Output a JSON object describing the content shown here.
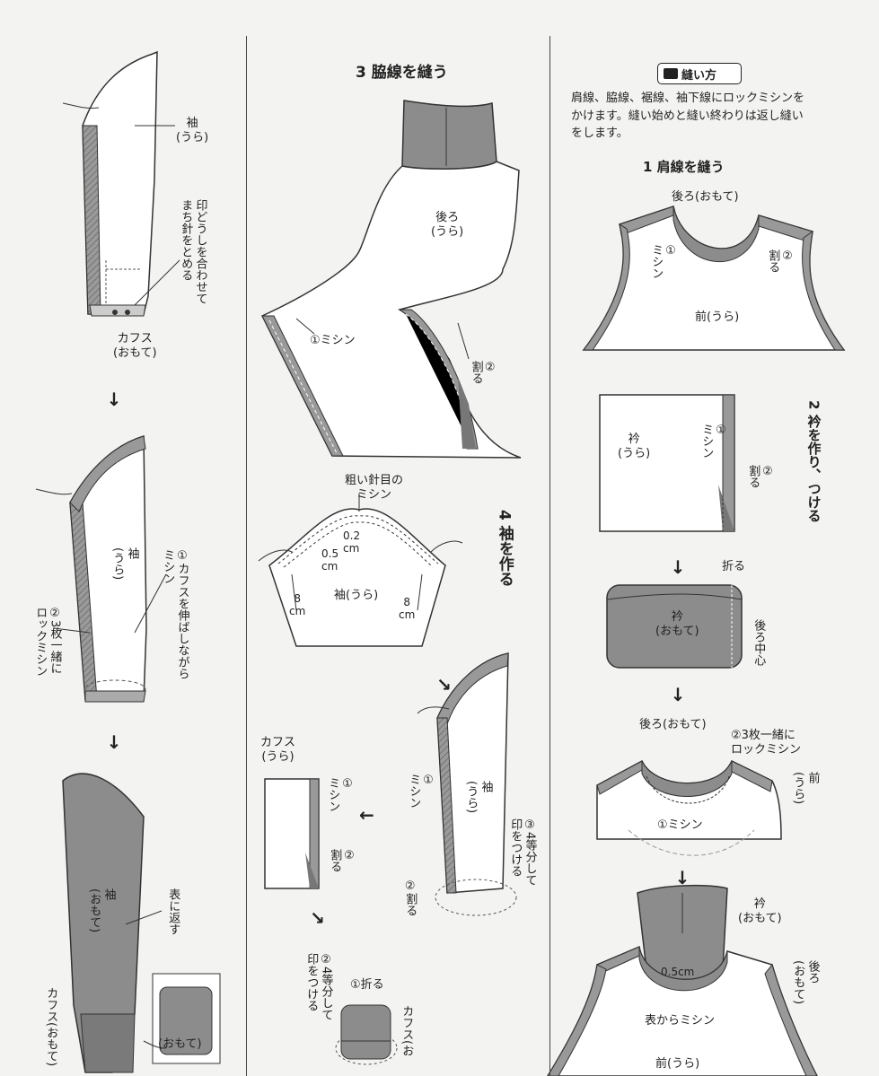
{
  "left": {
    "sleeve_back": "袖\n(うら)",
    "match_pins": "印どうしを合わせて\nまち針をとめる",
    "cuffs_face": "カフス\n(おもて)",
    "sleeve_back_2": "袖\n(うら)",
    "sew_stretch": "①カフスを伸ばしながら\nミシン",
    "overlock_3": "②3枚一緒に\nロックミシン",
    "sleeve_face": "袖\n(おもて)",
    "turn_out": "表に返す",
    "cuffs_face_2": "カフス(おもて)",
    "face_inset": "(おもて)"
  },
  "middle": {
    "step3_title": "3 脇線を縫う",
    "back_label": "後ろ\n(うら)",
    "seam1": "①ミシン",
    "press_open": "②\n割る",
    "coarse_stitch": "粗い針目の\nミシン",
    "d02": "0.2\ncm",
    "d05": "0.5\ncm",
    "d8_left": "8\ncm",
    "d8_right": "8\ncm",
    "sleeve_back": "袖(うら)",
    "step4_title": "4 袖を作る",
    "sleeve_back_2": "袖\n(うら)",
    "seam1_b": "①\nミシン",
    "press_open_b": "②割る",
    "mark_quarter": "③4等分して\n印をつける",
    "cuffs_back": "カフス\n(うら)",
    "seam1_c": "①\nミシン",
    "press_open_c": "②\n割る",
    "mark_quarter_2": "②4等分して\n印をつける",
    "fold": "①折る",
    "cuffs_face": "カフス(お"
  },
  "right": {
    "section_badge": "縫い方",
    "intro_text": "肩線、脇線、裾線、袖下線にロックミシンを\nかけます。縫い始めと縫い終わりは返し縫い\nをします。",
    "step1_title": "1 肩線を縫う",
    "back_face": "後ろ(おもて)",
    "seam1": "①\nミシン",
    "press_open": "②\n割る",
    "front_back": "前(うら)",
    "step2_title": "2 衿を作り、つける",
    "collar_back": "衿\n(うら)",
    "collar_seam": "①\nミシン",
    "collar_press": "②\n割る",
    "fold": "折る",
    "collar_face": "衿\n(おもて)",
    "back_center": "後ろ中心",
    "back_face_2": "後ろ(おもて)",
    "overlock_3": "②3枚一緒に\nロックミシン",
    "front_back_2": "前\n(うら)",
    "seam1_b": "①ミシン",
    "collar_face_2": "衿\n(おもて)",
    "back_face_3": "後ろ\n(おもて)",
    "d05": "0.5cm",
    "topstitch": "表からミシン",
    "front_back_3": "前(うら)"
  },
  "colors": {
    "fabric_face": "#8c8c8c",
    "fabric_seam": "#a8a8a8",
    "paper": "#f3f3f1",
    "line": "#333333"
  }
}
